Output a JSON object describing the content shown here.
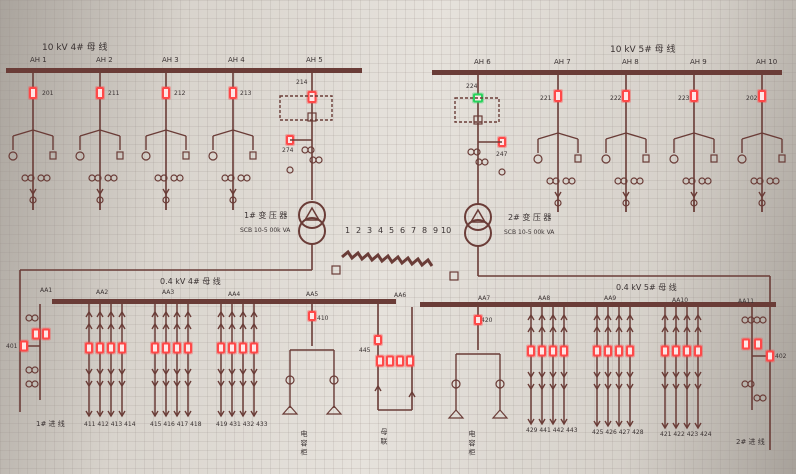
{
  "top_left_bus": {
    "title": "10 kV 4# 母 线",
    "panels": [
      "AH 1",
      "AH 2",
      "AH 3",
      "AH 4",
      "AH 5"
    ],
    "breakers": [
      "201",
      "211",
      "212",
      "213",
      "214"
    ],
    "sub_breaker": "274"
  },
  "top_right_bus": {
    "title": "10 kV 5# 母 线",
    "panels": [
      "AH 6",
      "AH 7",
      "AH 8",
      "AH 9",
      "AH 10"
    ],
    "breakers": [
      "224",
      "221",
      "222",
      "223",
      "202"
    ],
    "sub_breaker": "247"
  },
  "transformer_1": {
    "name": "1# 变 压 器",
    "model": "SCB 10-5 00k VA"
  },
  "transformer_2": {
    "name": "2# 变 压 器",
    "model": "SCB 10-5 00k VA"
  },
  "numbers": [
    "1",
    "2",
    "3",
    "4",
    "5",
    "6",
    "7",
    "8",
    "9",
    "10"
  ],
  "low_left_bus": {
    "title": "0.4 kV 4# 母 线",
    "panels": [
      "AA1",
      "AA2",
      "AA3",
      "AA4",
      "AA5",
      "AA6"
    ]
  },
  "low_right_bus": {
    "title": "0.4 kV 5# 母 线",
    "panels": [
      "AA7",
      "AA8",
      "AA9",
      "AA10",
      "AA11"
    ]
  },
  "breaker_labels": {
    "b401": "401",
    "b410": "410",
    "b445": "445",
    "b420": "420",
    "b402": "402"
  },
  "feeder_groups": [
    "411 412 413 414",
    "415 416 417 418",
    "419 431 432 433",
    "429 441 442 443",
    "425 426 427 428",
    "421 422 423 424"
  ],
  "bottom_labels": {
    "in1": "1# 进 线",
    "cap1": "电 容 柜",
    "tie": "母 联",
    "cap2": "电 容 柜",
    "in2": "2# 进 线"
  },
  "colors": {
    "line": "#6a3c37",
    "lit": "#ff4848",
    "green": "#27d35c"
  }
}
